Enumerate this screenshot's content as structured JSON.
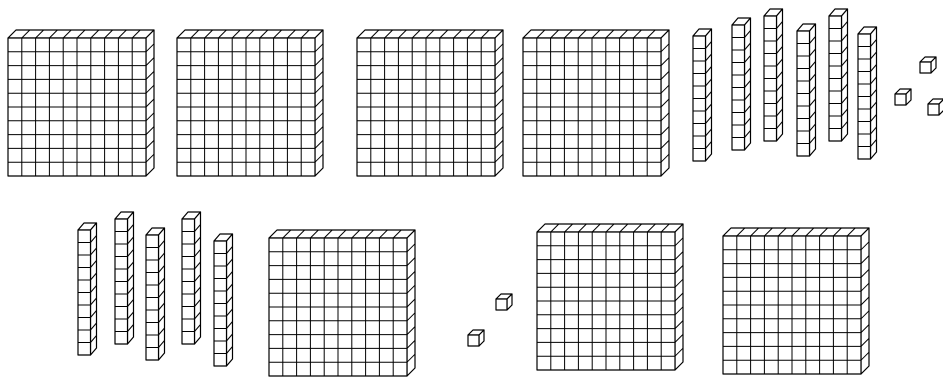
{
  "groups": [
    {
      "id": "top-row",
      "hundreds": 4,
      "tens": 6,
      "ones": 3
    },
    {
      "id": "bottom-row",
      "hundreds": 3,
      "tens": 5,
      "ones": 2
    }
  ],
  "colors": {
    "stroke": "#000000",
    "fill": "#ffffff"
  }
}
